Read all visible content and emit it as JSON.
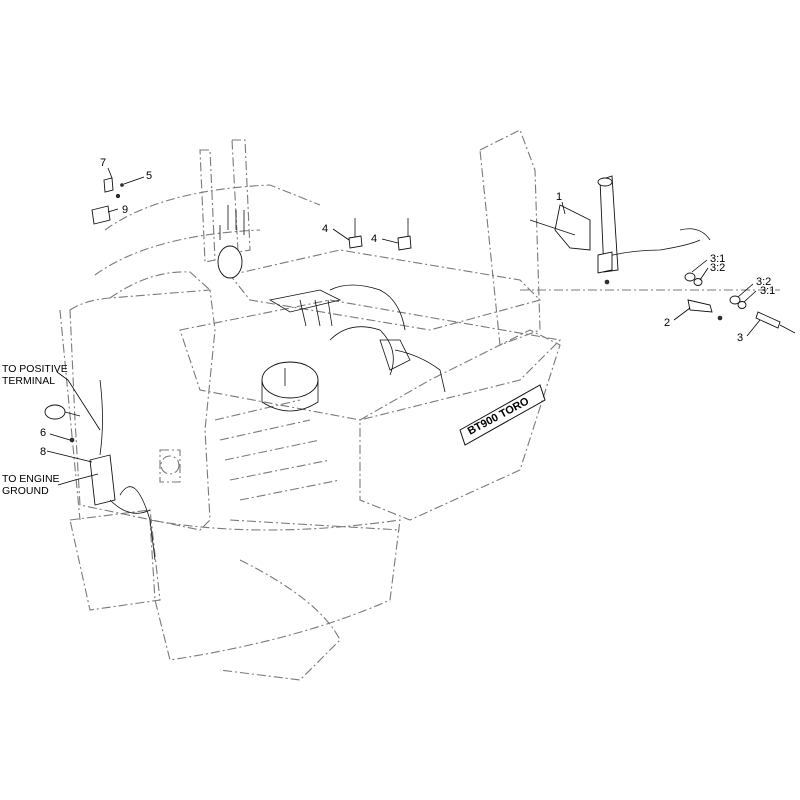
{
  "callouts": {
    "c7": "7",
    "c5": "5",
    "c9": "9",
    "c4a": "4",
    "c4b": "4",
    "c1": "1",
    "c31a": "3:1",
    "c32a": "3:2",
    "c32b": "3:2",
    "c31b": "3:1",
    "c2": "2",
    "c3": "3",
    "c6": "6",
    "c8": "8"
  },
  "notes": {
    "positive_line1": "TO POSITIVE",
    "positive_line2": "TERMINAL",
    "ground_line1": "TO ENGINE",
    "ground_line2": "GROUND"
  },
  "decal_text": "BT900 TORO"
}
